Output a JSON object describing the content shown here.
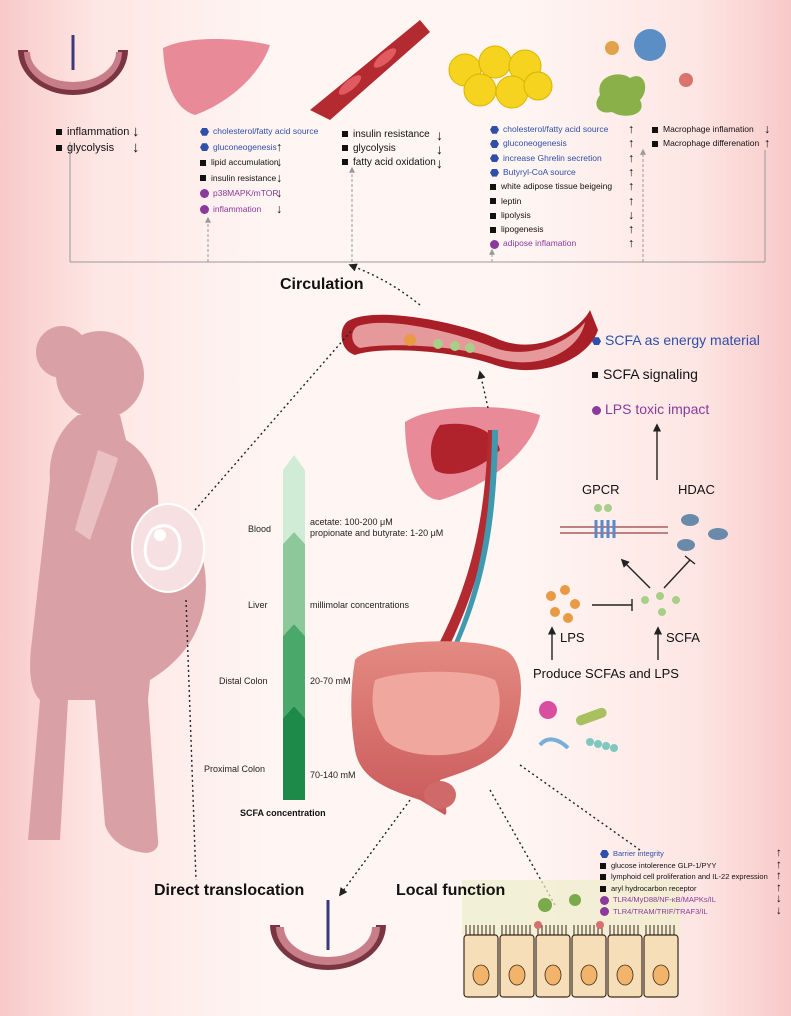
{
  "top": {
    "col1": [
      {
        "marker": "square",
        "text": "inflammation",
        "arrow": "↓"
      },
      {
        "marker": "square",
        "text": "glycolysis",
        "arrow": "↓"
      }
    ],
    "col2": [
      {
        "marker": "hex",
        "text": "cholesterol/fatty acid source",
        "arrow": ""
      },
      {
        "marker": "hex",
        "text": "gluconeogenesis",
        "arrow": "↑"
      },
      {
        "marker": "square",
        "text": "lipid accumulation",
        "arrow": "↓"
      },
      {
        "marker": "square",
        "text": "insulin resistance",
        "arrow": "↓"
      },
      {
        "marker": "dot",
        "text": "p38MAPK/mTOR",
        "arrow": "↓"
      },
      {
        "marker": "dot",
        "text": "inflammation",
        "arrow": "↓"
      }
    ],
    "col3": [
      {
        "marker": "square",
        "text": "insulin resistance",
        "arrow": "↓"
      },
      {
        "marker": "square",
        "text": "glycolysis",
        "arrow": "↓"
      },
      {
        "marker": "square",
        "text": "fatty acid oxidation",
        "arrow": "↓"
      }
    ],
    "col4": [
      {
        "marker": "hex",
        "text": "cholesterol/fatty acid source",
        "arrow": "↑"
      },
      {
        "marker": "hex",
        "text": "gluconeogenesis",
        "arrow": "↑"
      },
      {
        "marker": "hex",
        "text": "increase Ghrelin secretion",
        "arrow": "↑"
      },
      {
        "marker": "hex",
        "text": "Butyryl-CoA source",
        "arrow": "↑"
      },
      {
        "marker": "square",
        "text": "white adipose tissue beigeing",
        "arrow": "↑"
      },
      {
        "marker": "square",
        "text": "leptin",
        "arrow": "↑"
      },
      {
        "marker": "square",
        "text": "lipolysis",
        "arrow": "↓"
      },
      {
        "marker": "square",
        "text": "lipogenesis",
        "arrow": "↑"
      },
      {
        "marker": "dot",
        "text": "adipose inflamation",
        "arrow": "↑"
      }
    ],
    "col5": [
      {
        "marker": "square",
        "text": "Macrophage inflamation",
        "arrow": "↓"
      },
      {
        "marker": "square",
        "text": "Macrophage differenation",
        "arrow": "↑"
      }
    ]
  },
  "circulation_label": "Circulation",
  "legend": {
    "energy": "SCFA as energy material",
    "signaling": "SCFA signaling",
    "lps": "LPS toxic impact"
  },
  "mechanism": {
    "gpcr": "GPCR",
    "hdac": "HDAC",
    "lps": "LPS",
    "scfa": "SCFA",
    "produce": "Produce SCFAs and LPS"
  },
  "scfa": {
    "title": "SCFA concentration",
    "levels": [
      {
        "site": "Blood",
        "conc1": "acetate: 100-200 μM",
        "conc2": "propionate and butyrate: 1-20 μM"
      },
      {
        "site": "Liver",
        "conc1": "millimolar concentrations",
        "conc2": ""
      },
      {
        "site": "Distal Colon",
        "conc1": "20-70 mM",
        "conc2": ""
      },
      {
        "site": "Proximal Colon",
        "conc1": "70-140 mM",
        "conc2": ""
      }
    ]
  },
  "bottom": {
    "direct": "Direct translocation",
    "local": "Local function",
    "items": [
      {
        "marker": "hex",
        "text": "Barrier integrity",
        "arrow": "↑"
      },
      {
        "marker": "square",
        "text": "glucose intolerence GLP-1/PYY",
        "arrow": "↑"
      },
      {
        "marker": "square",
        "text": "lymphoid cell proliferation and IL-22 expression",
        "arrow": "↑"
      },
      {
        "marker": "square",
        "text": "aryl hydrocarbon receptor",
        "arrow": "↑"
      },
      {
        "marker": "dot",
        "text": "TLR4/MyD88/NF-κB/MAPKs/IL",
        "arrow": "↓"
      },
      {
        "marker": "dot",
        "text": "TLR4/TRAM/TRIF/TRAF3/IL",
        "arrow": "↓"
      }
    ]
  },
  "colors": {
    "blue": "#2f4fa8",
    "purple": "#8a3a9c",
    "green_dark": "#1e8a4a",
    "pink_body": "#d9a1a6",
    "vessel_red": "#b8262e"
  }
}
